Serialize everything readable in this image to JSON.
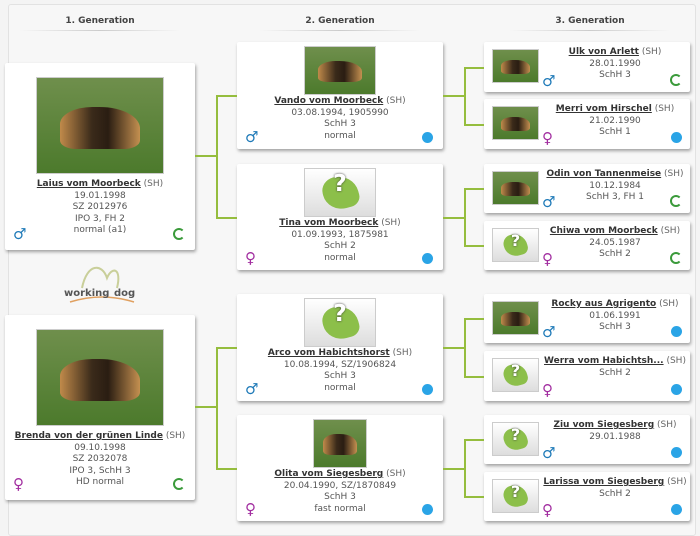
{
  "headers": [
    "1. Generation",
    "2. Generation",
    "3. Generation"
  ],
  "logo": "working dog",
  "colors": {
    "male": "#1f7ab8",
    "female": "#a22ea0",
    "line": "#95bd3e",
    "info": "#2aa4e6",
    "arrow": "#3a9a3a"
  },
  "gen1": [
    {
      "name": "Laius vom Moorbeck",
      "tag": "(SH)",
      "lines": [
        "19.01.1998",
        "SZ 2012976",
        "IPO 3, FH 2",
        "normal (a1)"
      ],
      "sex": "male",
      "photo": "dog",
      "action": "arrow-icon"
    },
    {
      "name": "Brenda von der grünen Linde",
      "tag": "(SH)",
      "lines": [
        "09.10.1998",
        "SZ 2032078",
        "IPO 3, SchH 3",
        "HD normal"
      ],
      "sex": "female",
      "photo": "dog",
      "action": "arrow-icon"
    }
  ],
  "gen2": [
    {
      "name": "Vando vom Moorbeck",
      "tag": "(SH)",
      "lines": [
        "03.08.1994, 1905990",
        "SchH 3",
        "normal"
      ],
      "sex": "male",
      "photo": "dog",
      "action": "info-icon"
    },
    {
      "name": "Tina vom Moorbeck",
      "tag": "(SH)",
      "lines": [
        "01.09.1993, 1875981",
        "SchH 2",
        "normal"
      ],
      "sex": "female",
      "photo": "placeholder",
      "action": "info-icon"
    },
    {
      "name": "Arco vom Habichtshorst",
      "tag": "(SH)",
      "lines": [
        "10.08.1994, SZ/1906824",
        "SchH 3",
        "normal"
      ],
      "sex": "male",
      "photo": "placeholder",
      "action": "info-icon"
    },
    {
      "name": "Olita vom Siegesberg",
      "tag": "(SH)",
      "lines": [
        "20.04.1990, SZ/1870849",
        "SchH 3",
        "fast normal"
      ],
      "sex": "female",
      "photo": "dog",
      "action": "info-icon"
    }
  ],
  "gen3": [
    {
      "name": "Ulk von Arlett",
      "tag": "(SH)",
      "lines": [
        "28.01.1990",
        "SchH 3"
      ],
      "sex": "male",
      "photo": "dog",
      "action": "arrow-icon"
    },
    {
      "name": "Merri vom Hirschel",
      "tag": "(SH)",
      "lines": [
        "21.02.1990",
        "SchH 1"
      ],
      "sex": "female",
      "photo": "dog",
      "action": "info-icon"
    },
    {
      "name": "Odin von Tannenmeise",
      "tag": "(SH)",
      "lines": [
        "10.12.1984",
        "SchH 3, FH 1"
      ],
      "sex": "male",
      "photo": "dog",
      "action": "arrow-icon"
    },
    {
      "name": "Chiwa vom Moorbeck",
      "tag": "(SH)",
      "lines": [
        "24.05.1987",
        "SchH 2"
      ],
      "sex": "female",
      "photo": "placeholder",
      "action": "arrow-icon"
    },
    {
      "name": "Rocky aus Agrigento",
      "tag": "(SH)",
      "lines": [
        "01.06.1991",
        "SchH 3"
      ],
      "sex": "male",
      "photo": "dog",
      "action": "info-icon"
    },
    {
      "name": "Werra vom Habichtsh...",
      "tag": "(SH)",
      "lines": [
        "SchH 2"
      ],
      "sex": "female",
      "photo": "placeholder",
      "action": "info-icon"
    },
    {
      "name": "Ziu vom Siegesberg",
      "tag": "(SH)",
      "lines": [
        "29.01.1988"
      ],
      "sex": "male",
      "photo": "placeholder",
      "action": "info-icon"
    },
    {
      "name": "Larissa vom Siegesberg",
      "tag": "(SH)",
      "lines": [
        "SchH 2"
      ],
      "sex": "female",
      "photo": "placeholder",
      "action": "info-icon"
    }
  ]
}
